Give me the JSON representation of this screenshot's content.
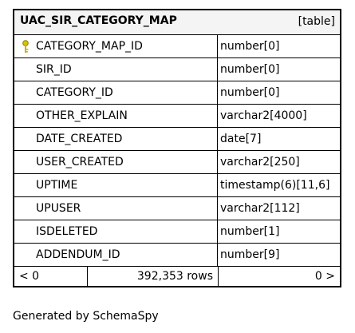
{
  "table": {
    "name": "UAC_SIR_CATEGORY_MAP",
    "kind": "[table]",
    "columns": [
      {
        "name": "CATEGORY_MAP_ID",
        "type": "number[0]",
        "primary_key": true
      },
      {
        "name": "SIR_ID",
        "type": "number[0]"
      },
      {
        "name": "CATEGORY_ID",
        "type": "number[0]"
      },
      {
        "name": "OTHER_EXPLAIN",
        "type": "varchar2[4000]"
      },
      {
        "name": "DATE_CREATED",
        "type": "date[7]"
      },
      {
        "name": "USER_CREATED",
        "type": "varchar2[250]"
      },
      {
        "name": "UPTIME",
        "type": "timestamp(6)[11,6]"
      },
      {
        "name": "UPUSER",
        "type": "varchar2[112]"
      },
      {
        "name": "ISDELETED",
        "type": "number[1]"
      },
      {
        "name": "ADDENDUM_ID",
        "type": "number[9]"
      }
    ],
    "footer": {
      "prev": "< 0",
      "rows": "392,353 rows",
      "next": "0 >"
    }
  },
  "icons": {
    "primary_key": "key-icon",
    "key_color": "#c8b400"
  },
  "generated_by": "Generated by SchemaSpy"
}
